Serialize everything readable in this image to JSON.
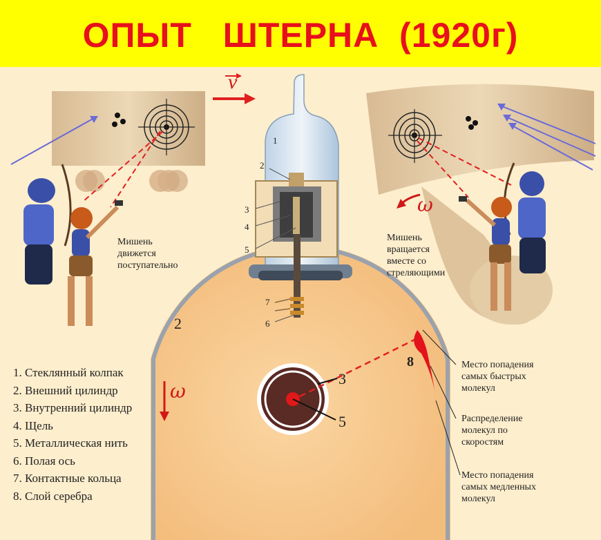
{
  "title": "ОПЫТ   ШТЕРНА  (1920г)",
  "velocity_symbol": "v",
  "omega_symbol": "ω",
  "parts_legend": [
    {
      "num": "1",
      "label": "1. Стеклянный колпак"
    },
    {
      "num": "2",
      "label": "2. Внешний цилиндр"
    },
    {
      "num": "3",
      "label": "3. Внутренний цилиндр"
    },
    {
      "num": "4",
      "label": "4. Щель"
    },
    {
      "num": "5",
      "label": "5. Металлическая нить"
    },
    {
      "num": "6",
      "label": "6. Полая ось"
    },
    {
      "num": "7",
      "label": "7. Контактные кольца"
    },
    {
      "num": "8",
      "label": "8. Слой серебра"
    }
  ],
  "apparatus_numbers": [
    "1",
    "2",
    "3",
    "4",
    "5",
    "7",
    "6"
  ],
  "cylinder_numbers": {
    "outer": "2",
    "inner": "3",
    "filament": "5",
    "silver": "8"
  },
  "left_scene": {
    "caption_lines": [
      "Мишень",
      "движется",
      "поступательно"
    ]
  },
  "right_scene": {
    "caption_lines": [
      "Мишень",
      "вращается",
      "вместе со",
      "стреляющими"
    ]
  },
  "annotations": {
    "fast": [
      "Место попадения",
      "самых быстрых",
      "молекул"
    ],
    "distribution": [
      "Распределение",
      "молекул по",
      "скоростям"
    ],
    "slow": [
      "Место попадения",
      "самых медленных",
      "молекул"
    ]
  },
  "colors": {
    "banner": "#ffff00",
    "title": "#e8101c",
    "cylinder": "#f8c98c",
    "cylinder_rim": "#9aa2ad",
    "trajectory": "#e02020",
    "inner_core": "#5a2a24"
  },
  "icons": [
    "archer-boy-icon",
    "archer-girl-icon",
    "target-icon",
    "arrow-icon",
    "glass-bell-icon",
    "motor-icon"
  ]
}
